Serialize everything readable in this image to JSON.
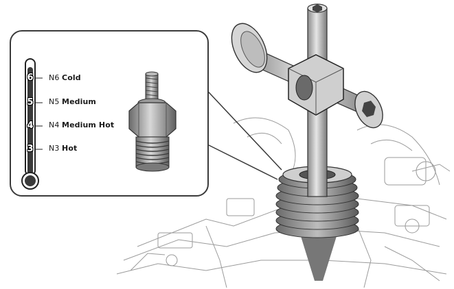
{
  "heat_scale": {
    "levels": [
      {
        "number": "6",
        "code": "N6",
        "word": "Cold"
      },
      {
        "number": "5",
        "code": "N5",
        "word": "Medium"
      },
      {
        "number": "4",
        "code": "N4",
        "word": "Medium Hot"
      },
      {
        "number": "3",
        "code": "N3",
        "word": "Hot"
      }
    ]
  }
}
